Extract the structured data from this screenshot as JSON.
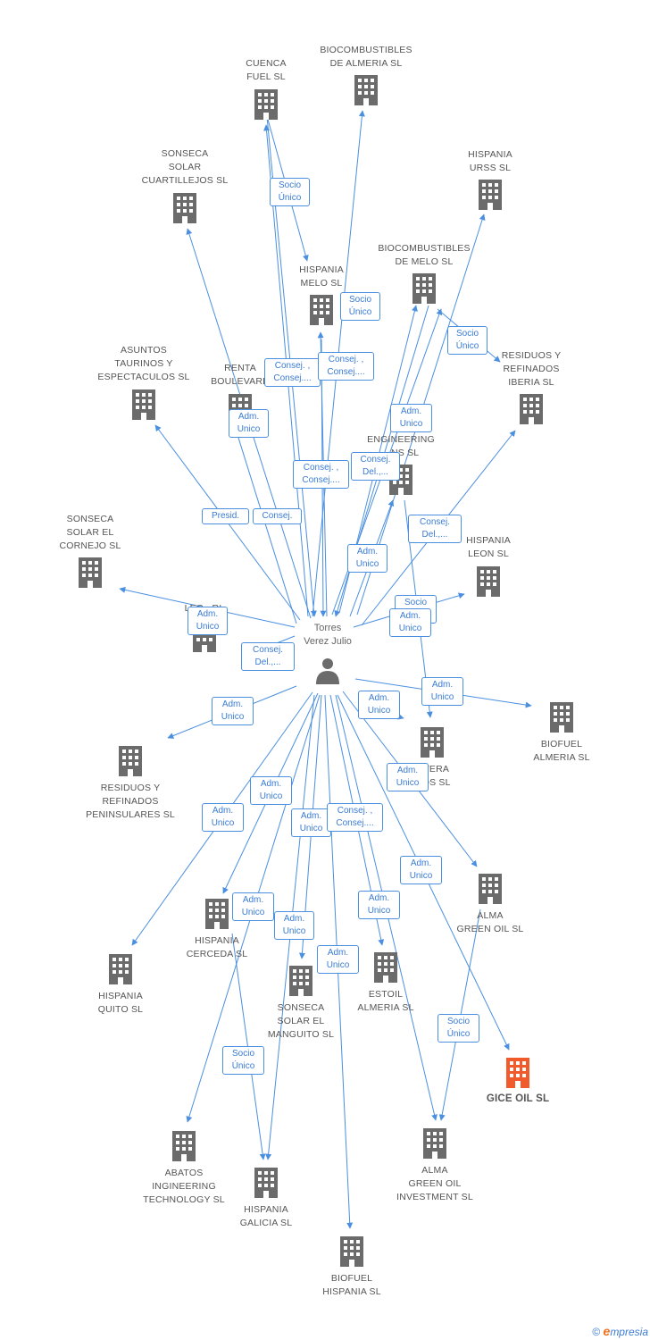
{
  "person": {
    "name": "Torres\nVerez Julio",
    "icon": "person-icon"
  },
  "companies": [
    {
      "id": "cuenca",
      "label": "CUENCA\nFUEL  SL",
      "icon": "building-icon"
    },
    {
      "id": "biocomb_almeria",
      "label": "BIOCOMBUSTIBLES\nDE ALMERIA SL",
      "icon": "building-icon"
    },
    {
      "id": "sonseca_cuart",
      "label": "SONSECA\nSOLAR\nCUARTILLEJOS SL",
      "icon": "building-icon"
    },
    {
      "id": "hispania_urss",
      "label": "HISPANIA\nURSS  SL",
      "icon": "building-icon"
    },
    {
      "id": "biocomb_melo",
      "label": "BIOCOMBUSTIBLES\nDE MELO SL",
      "icon": "building-icon"
    },
    {
      "id": "hispania_melo",
      "label": "HISPANIA\nMELO SL",
      "icon": "building-icon"
    },
    {
      "id": "asuntos",
      "label": "ASUNTOS\nTAURINOS Y\nESPECTACULOS SL",
      "icon": "building-icon"
    },
    {
      "id": "renta",
      "label": "RENTA\nBOULEVARD",
      "icon": "building-icon"
    },
    {
      "id": "residuos_iberia",
      "label": "RESIDUOS Y\nREFINADOS\nIBERIA SL",
      "icon": "building-icon"
    },
    {
      "id": "gice_eng",
      "label": "G...\nENGINEERING\n...NS  SL",
      "icon": "building-icon"
    },
    {
      "id": "sonseca_cornejo",
      "label": "SONSECA\nSOLAR EL\nCORNEJO SL",
      "icon": "building-icon"
    },
    {
      "id": "hispania_leon",
      "label": "HISPANIA\nLEON SL",
      "icon": "building-icon"
    },
    {
      "id": "leg",
      "label": "LEG...RL",
      "icon": "building-icon"
    },
    {
      "id": "biofuel_almeria",
      "label": "BIOFUEL\nALMERIA SL",
      "icon": "building-icon"
    },
    {
      "id": "residuos_pen",
      "label": "RESIDUOS Y\nREFINADOS\nPENINSULARES SL",
      "icon": "building-icon"
    },
    {
      "id": "tera",
      "label": "...TERA\n...OS SL",
      "icon": "building-icon"
    },
    {
      "id": "alma_green",
      "label": "ALMA\nGREEN OIL SL",
      "icon": "building-icon"
    },
    {
      "id": "hispania_cerceda",
      "label": "HISPANIA\nCERCEDA SL",
      "icon": "building-icon"
    },
    {
      "id": "hispania_quito",
      "label": "HISPANIA\nQUITO SL",
      "icon": "building-icon"
    },
    {
      "id": "sonseca_manguito",
      "label": "SONSECA\nSOLAR EL\nMANGUITO SL",
      "icon": "building-icon"
    },
    {
      "id": "estoil",
      "label": "ESTOIL\nALMERIA SL",
      "icon": "building-icon"
    },
    {
      "id": "gice_oil",
      "label": "GICE OIL SL",
      "icon": "building-icon",
      "highlight": true
    },
    {
      "id": "abatos",
      "label": "ABATOS\nINGINEERING\nTECHNOLOGY SL",
      "icon": "building-icon"
    },
    {
      "id": "alma_invest",
      "label": "ALMA\nGREEN OIL\nINVESTMENT SL",
      "icon": "building-icon"
    },
    {
      "id": "hispania_galicia",
      "label": "HISPANIA\nGALICIA SL",
      "icon": "building-icon"
    },
    {
      "id": "biofuel_hispania",
      "label": "BIOFUEL\nHISPANIA SL",
      "icon": "building-icon"
    }
  ],
  "edge_labels": [
    {
      "id": "e_cuenca",
      "text": "Socio\nÚnico"
    },
    {
      "id": "e_hmelo",
      "text": "Socio\nÚnico"
    },
    {
      "id": "e_bmelo",
      "text": "Socio\nÚnico"
    },
    {
      "id": "e_consej1",
      "text": "Consej. ,\nConsej...."
    },
    {
      "id": "e_consej2",
      "text": "Consej. ,\nConsej...."
    },
    {
      "id": "e_renta",
      "text": "Adm.\nUnico"
    },
    {
      "id": "e_urss",
      "text": "Adm.\nUnico"
    },
    {
      "id": "e_consej3",
      "text": "Consej. ,\nConsej...."
    },
    {
      "id": "e_consejdel1",
      "text": "Consej.\nDel.,..."
    },
    {
      "id": "e_presid",
      "text": "Presid."
    },
    {
      "id": "e_consej4",
      "text": "Consej."
    },
    {
      "id": "e_consejdel2",
      "text": "Consej.\nDel.,..."
    },
    {
      "id": "e_gice_eng",
      "text": "Adm.\nUnico"
    },
    {
      "id": "e_leg",
      "text": "Adm.\nUnico"
    },
    {
      "id": "e_socio_leon",
      "text": "Socio\nÚnico"
    },
    {
      "id": "e_adm_leon",
      "text": "Adm.\nUnico"
    },
    {
      "id": "e_consejdel3",
      "text": "Consej.\nDel.,..."
    },
    {
      "id": "e_respen",
      "text": "Adm.\nUnico"
    },
    {
      "id": "e_tera",
      "text": "Adm.\nUnico"
    },
    {
      "id": "e_biofuel_alm",
      "text": "Adm.\nUnico"
    },
    {
      "id": "e_alma",
      "text": "Adm.\nUnico"
    },
    {
      "id": "e_quito",
      "text": "Adm.\nUnico"
    },
    {
      "id": "e_cerceda",
      "text": "Adm.\nUnico"
    },
    {
      "id": "e_manguito",
      "text": "Adm.\nUnico"
    },
    {
      "id": "e_consej5",
      "text": "Consej. ,\nConsej...."
    },
    {
      "id": "e_gice_oil",
      "text": "Adm.\nUnico"
    },
    {
      "id": "e_abatos",
      "text": "Adm.\nUnico"
    },
    {
      "id": "e_galicia",
      "text": "Adm.\nUnico"
    },
    {
      "id": "e_estoil",
      "text": "Adm.\nUnico"
    },
    {
      "id": "e_biofuel_hisp",
      "text": "Adm.\nUnico"
    },
    {
      "id": "e_socio_invest",
      "text": "Socio\nÚnico"
    },
    {
      "id": "e_socio_galicia",
      "text": "Socio\nÚnico"
    }
  ],
  "colors": {
    "edge": "#4a8fe0",
    "building": "#6b6b6b",
    "highlight": "#f15a2b",
    "label": "#555555"
  },
  "footer": {
    "copyright": "©",
    "brand_e": "e",
    "brand_rest": "mpresia"
  }
}
